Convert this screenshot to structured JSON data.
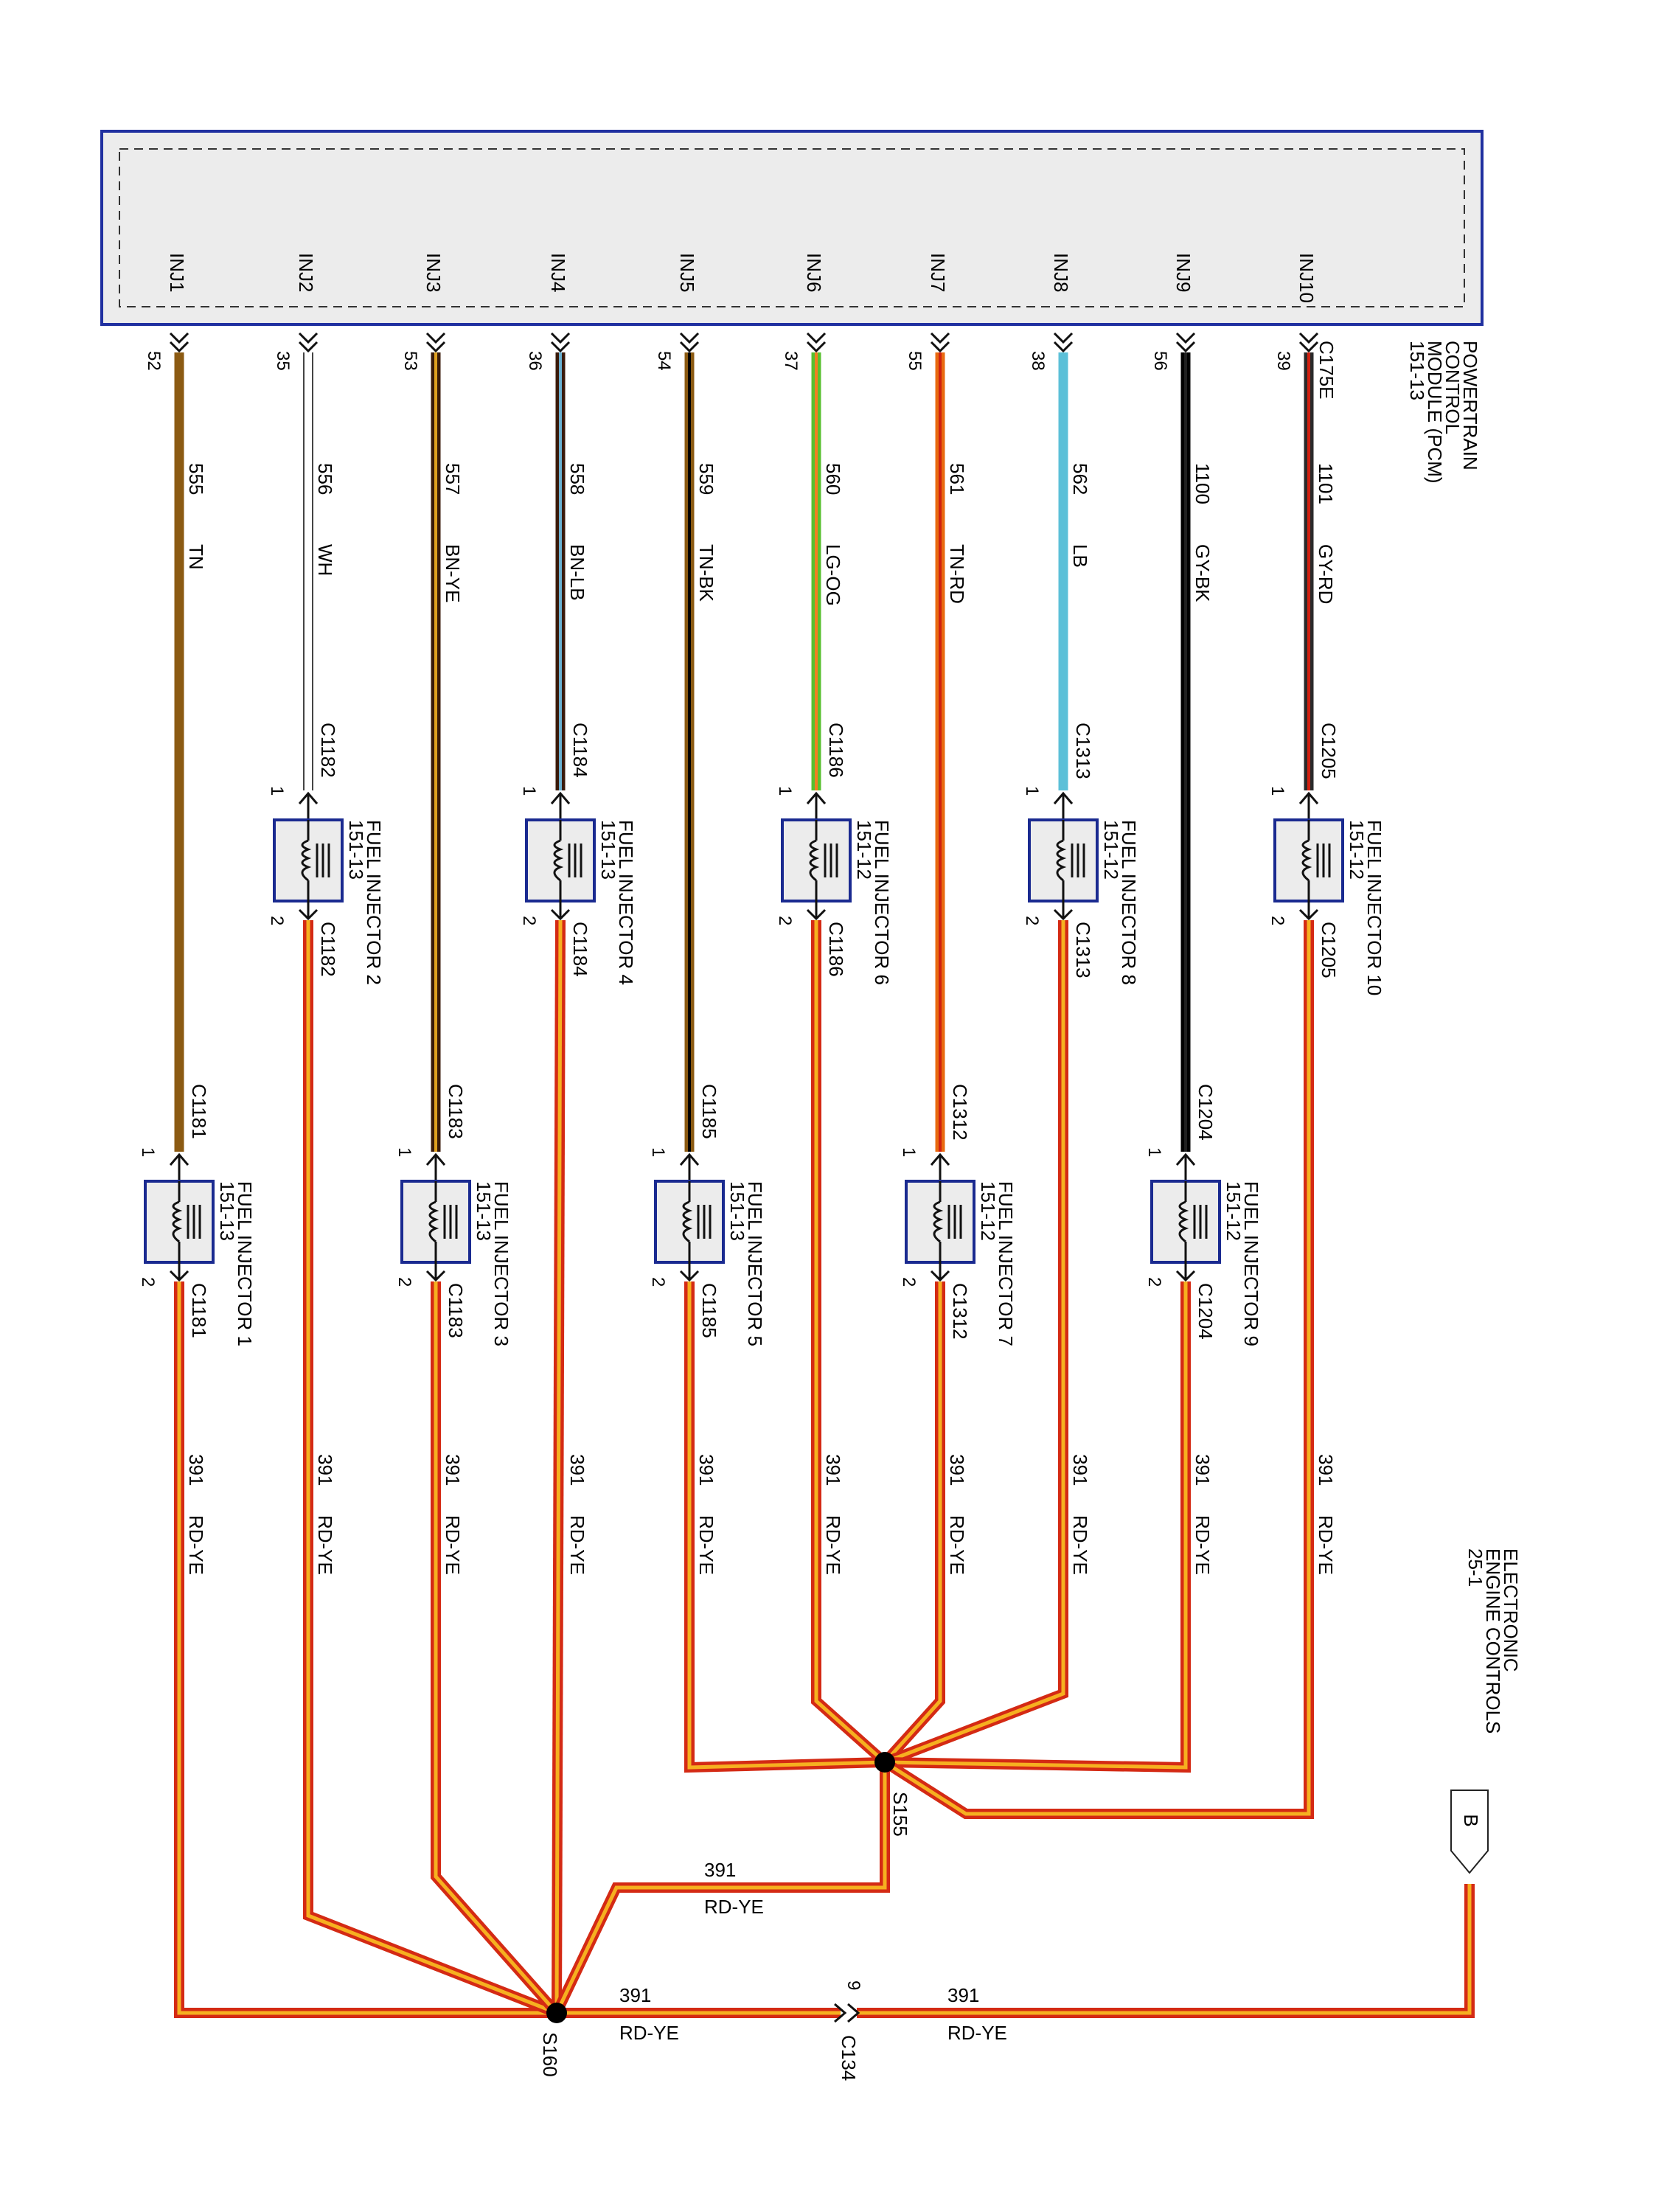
{
  "pcm": {
    "label_lines": [
      "POWERTRAIN",
      "CONTROL",
      "MODULE (PCM)",
      "151-13"
    ],
    "connector": "C175E",
    "pins": [
      {
        "name": "INJ1",
        "pin": "52",
        "circuit": "555",
        "color_code": "TN",
        "hex": "#8B5A12",
        "stripe": null
      },
      {
        "name": "INJ2",
        "pin": "35",
        "circuit": "556",
        "color_code": "WH",
        "hex": "#ffffff",
        "stripe": null
      },
      {
        "name": "INJ3",
        "pin": "53",
        "circuit": "557",
        "color_code": "BN-YE",
        "hex": "#3a1a0a",
        "stripe": "#e0a020"
      },
      {
        "name": "INJ4",
        "pin": "36",
        "circuit": "558",
        "color_code": "BN-LB",
        "hex": "#3a1a0a",
        "stripe": "#6ab0d0"
      },
      {
        "name": "INJ5",
        "pin": "54",
        "circuit": "559",
        "color_code": "TN-BK",
        "hex": "#8B5A12",
        "stripe": "#000000"
      },
      {
        "name": "INJ6",
        "pin": "37",
        "circuit": "560",
        "color_code": "LG-OG",
        "hex": "#58c030",
        "stripe": "#f08020"
      },
      {
        "name": "INJ7",
        "pin": "55",
        "circuit": "561",
        "color_code": "TN-RD",
        "hex": "#e86a10",
        "stripe": "#d02010"
      },
      {
        "name": "INJ8",
        "pin": "38",
        "circuit": "562",
        "color_code": "LB",
        "hex": "#5cc0d8",
        "stripe": null
      },
      {
        "name": "INJ9",
        "pin": "56",
        "circuit": "1100",
        "color_code": "GY-BK",
        "hex": "#000000",
        "stripe": "#202020"
      },
      {
        "name": "INJ10",
        "pin": "39",
        "circuit": "1101",
        "color_code": "GY-RD",
        "hex": "#2a2a2a",
        "stripe": "#d02010"
      }
    ]
  },
  "injectors": [
    {
      "name": "FUEL INJECTOR 1",
      "ref": "151-13",
      "connector": "C1181",
      "pin_in": "1",
      "pin_out": "2"
    },
    {
      "name": "FUEL INJECTOR 2",
      "ref": "151-13",
      "connector": "C1182",
      "pin_in": "1",
      "pin_out": "2"
    },
    {
      "name": "FUEL INJECTOR 3",
      "ref": "151-13",
      "connector": "C1183",
      "pin_in": "1",
      "pin_out": "2"
    },
    {
      "name": "FUEL INJECTOR 4",
      "ref": "151-13",
      "connector": "C1184",
      "pin_in": "1",
      "pin_out": "2"
    },
    {
      "name": "FUEL INJECTOR 5",
      "ref": "151-13",
      "connector": "C1185",
      "pin_in": "1",
      "pin_out": "2"
    },
    {
      "name": "FUEL INJECTOR 6",
      "ref": "151-12",
      "connector": "C1186",
      "pin_in": "1",
      "pin_out": "2"
    },
    {
      "name": "FUEL INJECTOR 7",
      "ref": "151-12",
      "connector": "C1312",
      "pin_in": "1",
      "pin_out": "2"
    },
    {
      "name": "FUEL INJECTOR 8",
      "ref": "151-12",
      "connector": "C1313",
      "pin_in": "1",
      "pin_out": "2"
    },
    {
      "name": "FUEL INJECTOR 9",
      "ref": "151-12",
      "connector": "C1204",
      "pin_in": "1",
      "pin_out": "2"
    },
    {
      "name": "FUEL INJECTOR 10",
      "ref": "151-12",
      "connector": "C1205",
      "pin_in": "1",
      "pin_out": "2"
    }
  ],
  "power_circuit": {
    "circuit": "391",
    "color_code": "RD-YE"
  },
  "splices": {
    "s160": "S160",
    "s155": "S155"
  },
  "inline_connector": {
    "name": "C134",
    "pin": "9"
  },
  "offpage": {
    "label": "B",
    "lines": [
      "ELECTRONIC",
      "ENGINE CONTROLS",
      "25-1"
    ]
  },
  "colors": {
    "rd_ye_outer": "#d42a14",
    "rd_ye_inner": "#f6b020",
    "module_border": "#2030a0",
    "module_fill": "#ececec"
  }
}
